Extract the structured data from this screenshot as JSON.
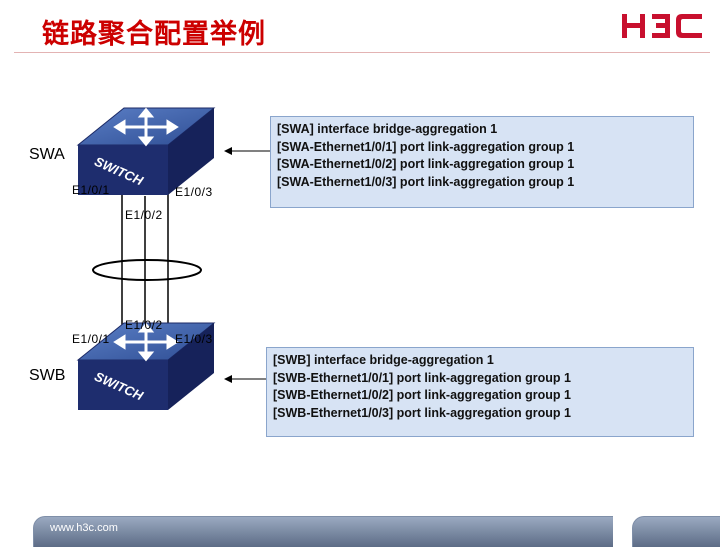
{
  "slide": {
    "title": "链路聚合配置举例",
    "logo_text": "H3C",
    "footer_url": "www.h3c.com"
  },
  "devices": {
    "swa": {
      "name": "SWA",
      "badge": "SWITCH"
    },
    "swb": {
      "name": "SWB",
      "badge": "SWITCH"
    }
  },
  "ports": {
    "swa_e101": "E1/0/1",
    "swa_e102": "E1/0/2",
    "swa_e103": "E1/0/3",
    "swb_e101": "E1/0/1",
    "swb_e102": "E1/0/2",
    "swb_e103": "E1/0/3"
  },
  "config": {
    "swa": "[SWA] interface bridge-aggregation 1\n[SWA-Ethernet1/0/1] port link-aggregation group 1\n[SWA-Ethernet1/0/2] port link-aggregation group 1\n[SWA-Ethernet1/0/3] port link-aggregation group 1",
    "swb": "[SWB] interface bridge-aggregation 1\n[SWB-Ethernet1/0/1] port link-aggregation group 1\n[SWB-Ethernet1/0/2] port link-aggregation group 1\n[SWB-Ethernet1/0/3] port link-aggregation group 1"
  },
  "colors": {
    "title": "#cc0000",
    "switch_top": "#3a5fa8",
    "switch_side": "#1e2d6e",
    "config_bg": "#d7e3f4"
  },
  "icons": {
    "switch": "switch-icon",
    "arrow": "arrow-left-icon",
    "aggregation": "aggregation-ellipse-icon"
  }
}
